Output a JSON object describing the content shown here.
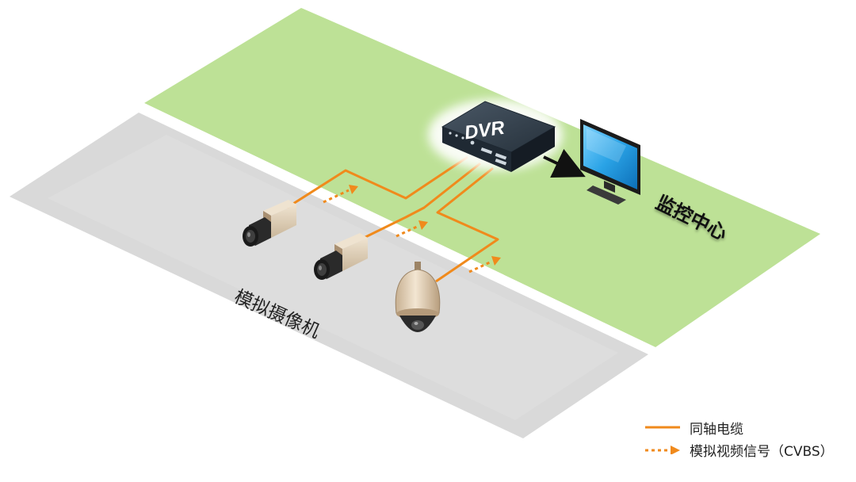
{
  "device": {
    "label": "DVR"
  },
  "zones": {
    "monitor_center": "监控中心",
    "analog_cameras": "模拟摄像机"
  },
  "legend": {
    "items": [
      {
        "label": "同轴电缆",
        "style": "solid"
      },
      {
        "label": "模拟视频信号（CVBS）",
        "style": "dashed-arrow"
      }
    ]
  },
  "colors": {
    "green_zone": "#bde196",
    "gray_zone": "#d9d9d9",
    "cable": "#f08a1c",
    "dvr_body": "#2d3a46",
    "monitor_screen": "#2aa3e6"
  },
  "icons": [
    "dvr-recorder-icon",
    "monitor-icon",
    "box-camera-icon",
    "box-camera-icon",
    "dome-camera-icon"
  ]
}
